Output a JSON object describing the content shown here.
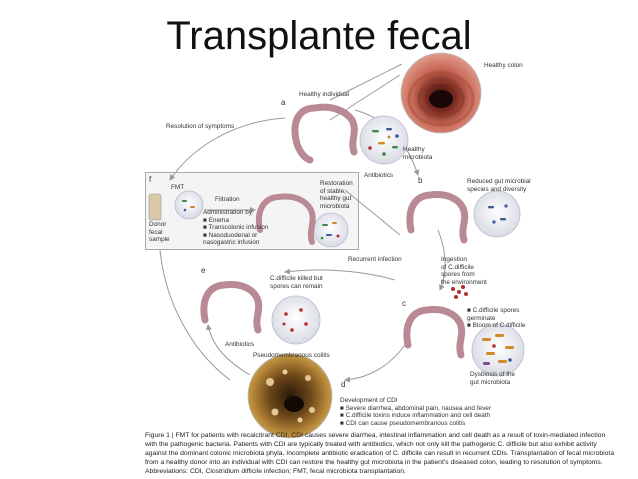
{
  "slide": {
    "title": "Transplante fecal"
  },
  "labels": {
    "healthy_colon": "Healthy colon",
    "healthy_individual": "Healthy individual",
    "resolution": "Resolution of symptoms",
    "healthy_microbiota": [
      "Healthy",
      "microbiota"
    ],
    "antibiotics_top": "Antibiotics",
    "reduced": [
      "Reduced gut microbial",
      "species and diversity"
    ],
    "restoration": [
      "Restoration",
      "of stable,",
      "healthy gut",
      "microbiota"
    ],
    "fmt": "FMT",
    "filtration": "Filtration",
    "administration": [
      "Administration by:",
      "■ Enema",
      "■ Transcolonic infusion",
      "■ Nasoduodenal or",
      "   nasogastric infusion"
    ],
    "donor": [
      "Donor",
      "fecal",
      "sample"
    ],
    "recurrent": "Recurrent infection",
    "ingestion": [
      "Ingestion",
      "of C.difficile",
      "spores from",
      "the environment"
    ],
    "killed": [
      "C.difficile killed but",
      "spores can remain"
    ],
    "spores_germinate": [
      "■ C.difficile spores",
      "   germinate",
      "■ Bloom of C.difficile"
    ],
    "antibiotics_left": "Antibiotics",
    "pseudo": "Pseudomembranous colitis",
    "dysbiosis": [
      "Dysbiosis of the",
      "gut microbiota"
    ],
    "development": [
      "Development of CDI",
      "■ Severe diarrhea, abdominal pain, nausea and fever",
      "■ C.difficile toxins induce inflammation and cell death",
      "■ CDI can cause pseudomembranous colitis"
    ],
    "letters": {
      "a": "a",
      "b": "b",
      "c": "c",
      "d": "d",
      "e": "e",
      "f": "f"
    }
  },
  "caption": {
    "text": "Figure 1 | FMT for patients with recalcitrant CDI. CDI causes severe diarrhea, intestinal inflammation and cell death as a result of toxin-mediated infection with the pathogenic bacteria. Patients with CDI are typically treated with antibiotics, which not only kill the pathogenic C. difficile but also exhibit activity against the dominant colonic microbiota phyla. Incomplete antibiotic eradication of C. difficile can result in recurrent CDIs. Transplantation of fecal microbiota from a healthy donor into an individual with CDI can restore the healthy gut microbiota in the patient's diseased colon, leading to resolution of symptoms. Abbreviations: CDI, Clostridium difficile infection; FMT, fecal microbiota transplantation."
  },
  "colors": {
    "colon": "#b98a94",
    "colon_dark": "#8d5e6a",
    "arrow": "#9a9a9a",
    "photo_pink": "#c0604f",
    "bug_green": "#3a8a4a",
    "bug_blue": "#3a5a9a",
    "bug_orange": "#d08a2a",
    "bug_red": "#b03030"
  }
}
